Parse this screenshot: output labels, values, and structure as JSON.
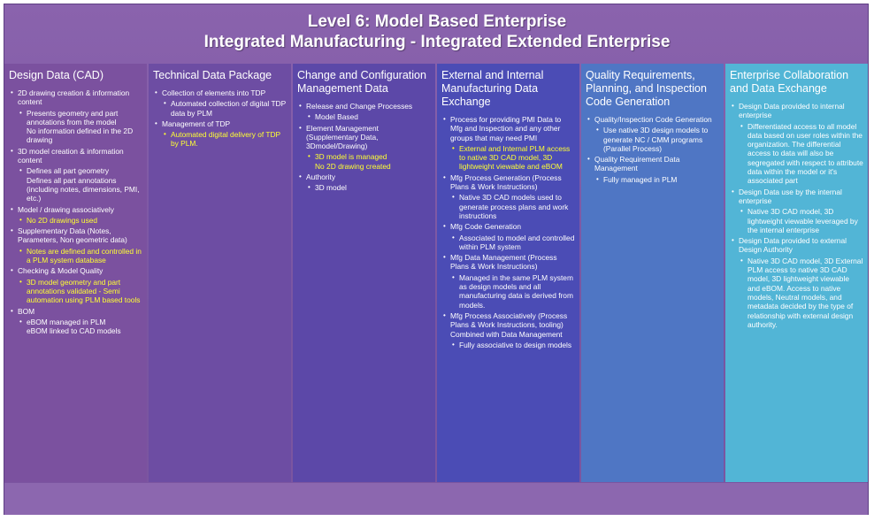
{
  "title": {
    "line1": "Level 6:  Model Based Enterprise",
    "line2": "Integrated Manufacturing - Integrated Extended Enterprise"
  },
  "colors": {
    "frame": "#8a63ad",
    "highlight": "#ffff33",
    "col1": "#7b519f",
    "col2": "#6d4da3",
    "col3": "#5c48a8",
    "col4": "#4b4cb5",
    "col5": "#4f76c4",
    "col6": "#52b5d6"
  },
  "columns": [
    {
      "heading": "Design Data (CAD)",
      "items": [
        {
          "text": "2D drawing creation & information content",
          "sub": [
            {
              "lines": [
                "Presents geometry and part annotations from the model",
                "No information defined in the 2D drawing"
              ],
              "hl": false
            }
          ]
        },
        {
          "text": "3D model creation & information content",
          "sub": [
            {
              "lines": [
                "Defines all part geometry",
                "Defines all part annotations (including notes, dimensions, PMI, etc.)"
              ],
              "hl": false
            }
          ]
        },
        {
          "text": "Model / drawing associatively",
          "sub": [
            {
              "lines": [
                "No 2D drawings used"
              ],
              "hl": true
            }
          ]
        },
        {
          "text": "Supplementary Data (Notes, Parameters, Non geometric data)",
          "sub": [
            {
              "lines": [
                "Notes are defined and controlled in a PLM system database"
              ],
              "hl": true
            }
          ]
        },
        {
          "text": "Checking & Model Quality",
          "sub": [
            {
              "lines": [
                "3D model geometry and part annotations validated - Semi automation using PLM based tools"
              ],
              "hl": true
            }
          ]
        },
        {
          "text": "BOM",
          "sub": [
            {
              "lines": [
                "eBOM managed in PLM",
                "eBOM linked to CAD models"
              ],
              "hl": false
            }
          ]
        }
      ]
    },
    {
      "heading": "Technical Data Package",
      "items": [
        {
          "text": "Collection of elements into TDP",
          "sub": [
            {
              "lines": [
                "Automated collection of digital TDP data by PLM"
              ],
              "hl": false
            }
          ]
        },
        {
          "text": "Management of TDP",
          "sub": [
            {
              "lines": [
                "Automated digital delivery of TDP by PLM."
              ],
              "hl": true
            }
          ]
        }
      ]
    },
    {
      "heading": "Change and Configuration Management Data",
      "items": [
        {
          "text": "Release and Change Processes",
          "sub": [
            {
              "lines": [
                "Model Based"
              ],
              "hl": false
            }
          ]
        },
        {
          "text": "Element Management (Supplementary Data, 3Dmodel/Drawing)",
          "sub": [
            {
              "lines": [
                "3D model is managed",
                "No 2D drawing created"
              ],
              "hl": true
            }
          ]
        },
        {
          "text": "Authority",
          "sub": [
            {
              "lines": [
                "3D model"
              ],
              "hl": false
            }
          ]
        }
      ]
    },
    {
      "heading": "External and Internal Manufacturing Data Exchange",
      "items": [
        {
          "text": "Process for providing PMI Data to Mfg and Inspection and any other groups that may need PMI",
          "sub": [
            {
              "lines": [
                "External and Internal PLM access to native 3D CAD model, 3D lightweight viewable and eBOM"
              ],
              "hl": true
            }
          ]
        },
        {
          "text": "Mfg Process Generation (Process Plans & Work Instructions)",
          "sub": [
            {
              "lines": [
                "Native 3D CAD models used to generate process plans and work instructions"
              ],
              "hl": false
            }
          ]
        },
        {
          "text": "Mfg Code Generation",
          "sub": [
            {
              "lines": [
                "Associated to model and controlled within PLM system"
              ],
              "hl": false
            }
          ]
        },
        {
          "text": "Mfg Data Management (Process Plans & Work Instructions)",
          "sub": [
            {
              "lines": [
                "Managed in the same PLM system as design models and all manufacturing data is derived from models."
              ],
              "hl": false
            }
          ]
        },
        {
          "text": "Mfg Process Associatively (Process Plans & Work Instructions, tooling) Combined with Data Management",
          "sub": [
            {
              "lines": [
                "Fully associative to design models"
              ],
              "hl": false
            }
          ]
        }
      ]
    },
    {
      "heading": "Quality Requirements, Planning, and Inspection Code Generation",
      "items": [
        {
          "text": "Quality/Inspection Code Generation",
          "sub": [
            {
              "lines": [
                "Use native 3D design models to generate NC / CMM programs (Parallel Process)"
              ],
              "hl": false
            }
          ]
        },
        {
          "text": "Quality Requirement Data Management",
          "sub": [
            {
              "lines": [
                "Fully managed in PLM"
              ],
              "hl": false
            }
          ]
        }
      ]
    },
    {
      "heading": "Enterprise Collaboration and Data Exchange",
      "items": [
        {
          "text": "Design Data provided to internal enterprise",
          "sub": [
            {
              "lines": [
                "Differentiated access to all model data based on user roles within the organization.  The differential access to data will also be segregated with respect to attribute data within the model or it's associated part"
              ],
              "hl": false
            }
          ]
        },
        {
          "text": "Design Data use by the internal enterprise",
          "sub": [
            {
              "lines": [
                "Native 3D CAD model, 3D lightweight viewable leveraged by the internal enterprise"
              ],
              "hl": false
            }
          ]
        },
        {
          "text": "Design Data provided to external Design Authority",
          "sub": [
            {
              "lines": [
                "Native 3D CAD model, 3D External PLM access to native 3D CAD model, 3D lightweight viewable and eBOM.  Access to native models, Neutral models, and metadata decided by the type of relationship with external design authority."
              ],
              "hl": false
            }
          ]
        }
      ]
    }
  ]
}
